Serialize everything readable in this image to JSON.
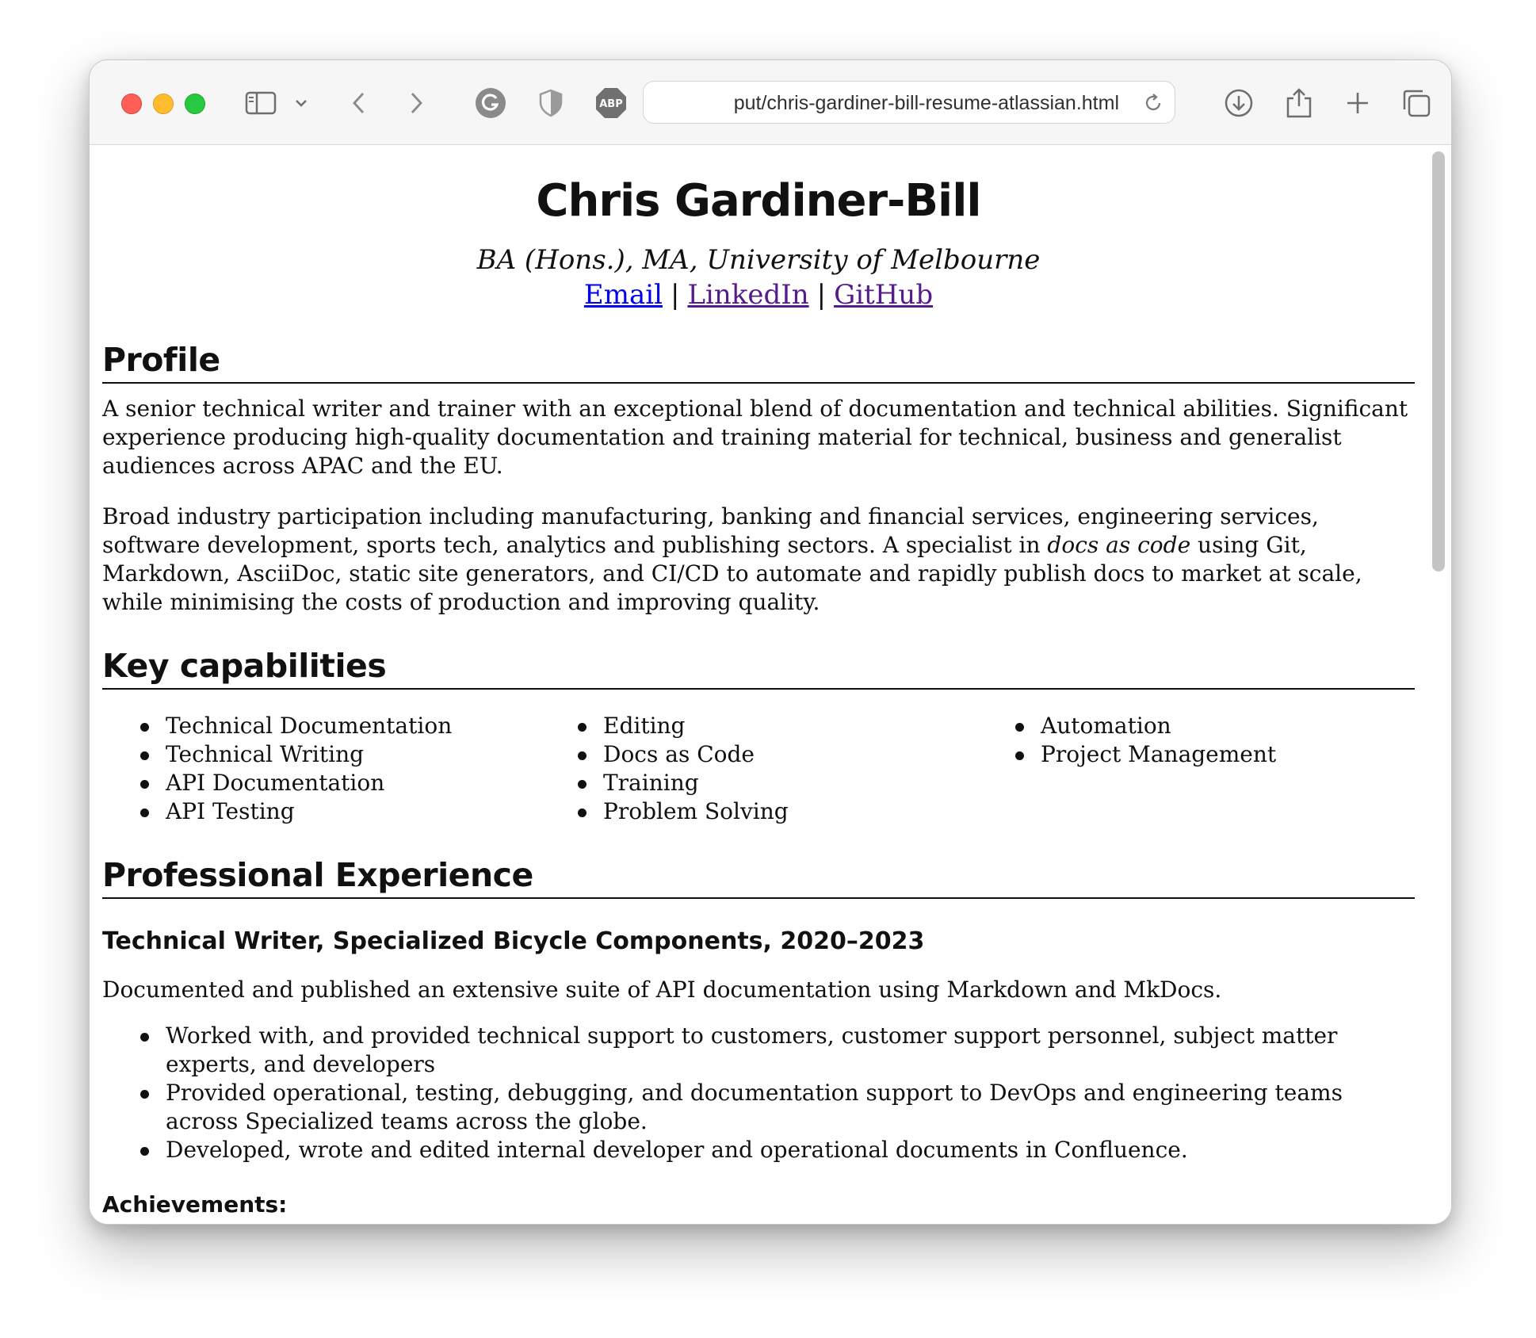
{
  "browser": {
    "url": "put/chris-gardiner-bill-resume-atlassian.html",
    "icons": [
      "sidebar-icon",
      "chevron-down-icon",
      "back-icon",
      "forward-icon",
      "grammarly-icon",
      "shield-icon",
      "adblock-icon",
      "reload-icon",
      "download-icon",
      "share-icon",
      "new-tab-icon",
      "tabs-overview-icon"
    ],
    "adblock_label": "ABP"
  },
  "resume": {
    "name": "Chris Gardiner-Bill",
    "degree": "BA (Hons.), MA, University of Melbourne",
    "links": {
      "email": "Email",
      "linkedin": "LinkedIn",
      "github": "GitHub",
      "separator": "|"
    },
    "profile": {
      "heading": "Profile",
      "p1": "A senior technical writer and trainer with an exceptional blend of documentation and technical abilities. Significant experience producing high-quality documentation and training material for technical, business and generalist audiences across APAC and the EU.",
      "p2_before": "Broad industry participation including manufacturing, banking and financial services, engineering services, software development, sports tech, analytics and publishing sectors. A specialist in ",
      "p2_em": "docs as code",
      "p2_after": " using Git, Markdown, AsciiDoc, static site generators, and CI/CD to automate and rapidly publish docs to market at scale, while minimising the costs of production and improving quality."
    },
    "capabilities": {
      "heading": "Key capabilities",
      "col1": [
        "Technical Documentation",
        "Technical Writing",
        "API Documentation",
        "API Testing"
      ],
      "col2": [
        "Editing",
        "Docs as Code",
        "Training",
        "Problem Solving"
      ],
      "col3": [
        "Automation",
        "Project Management"
      ]
    },
    "experience": {
      "heading": "Professional Experience",
      "job1": {
        "title": "Technical Writer, Specialized Bicycle Components, 2020–2023",
        "summary": "Documented and published an extensive suite of API documentation using Markdown and MkDocs.",
        "bullets": [
          "Worked with, and provided technical support to customers, customer support personnel, subject matter experts, and developers",
          "Provided operational, testing, debugging, and documentation support to DevOps and engineering teams across Specialized teams across the globe.",
          "Developed, wrote and edited internal developer and operational documents in Confluence."
        ],
        "achievements_heading": "Achievements:"
      }
    }
  }
}
